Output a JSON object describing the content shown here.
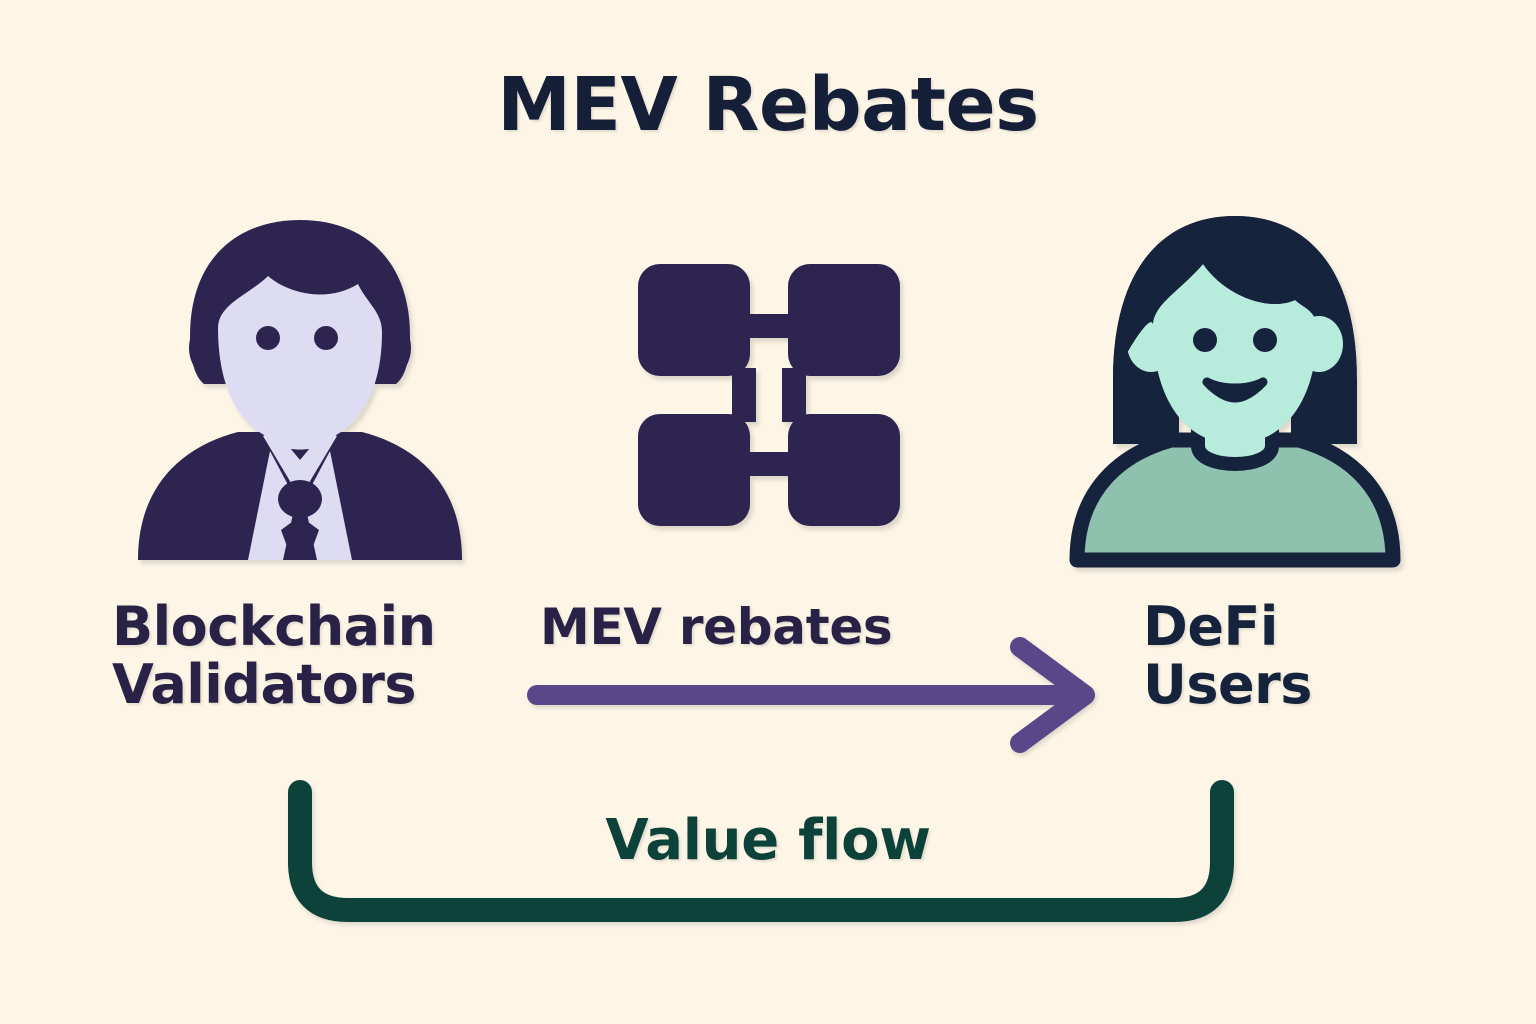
{
  "diagram": {
    "title": "MEV Rebates",
    "background_color": "#fdf6e7",
    "nodes": [
      {
        "id": "validators",
        "label": "Blockchain\nValidators",
        "icon": "businessman-avatar-icon",
        "label_color": "#2a2147"
      },
      {
        "id": "blockchain",
        "label": "",
        "icon": "blockchain-blocks-icon",
        "label_color": "#2a2147"
      },
      {
        "id": "defi-users",
        "label": "DeFi\nUsers",
        "icon": "woman-avatar-icon",
        "label_color": "#16233d"
      }
    ],
    "edges": [
      {
        "id": "mev-rebates-arrow",
        "label": "MEV rebates",
        "from": "validators",
        "to": "defi-users",
        "color": "#5a4789",
        "direction": "right",
        "style": "straight-arrow"
      },
      {
        "id": "value-flow-bracket",
        "label": "Value flow",
        "from": "validators",
        "to": "defi-users",
        "color": "#0c4239",
        "direction": "none",
        "style": "rounded-bracket"
      }
    ]
  },
  "palette": {
    "background": "#fdf6e7",
    "title_text": "#161f38",
    "purple_dark": "#2e2450",
    "purple_accent": "#5a4789",
    "navy_dark": "#16233d",
    "mint_face": "#b7ecdd",
    "sage_shirt": "#8ec2ae",
    "lavender_face": "#dedcf2",
    "green_dark": "#0c4239"
  }
}
